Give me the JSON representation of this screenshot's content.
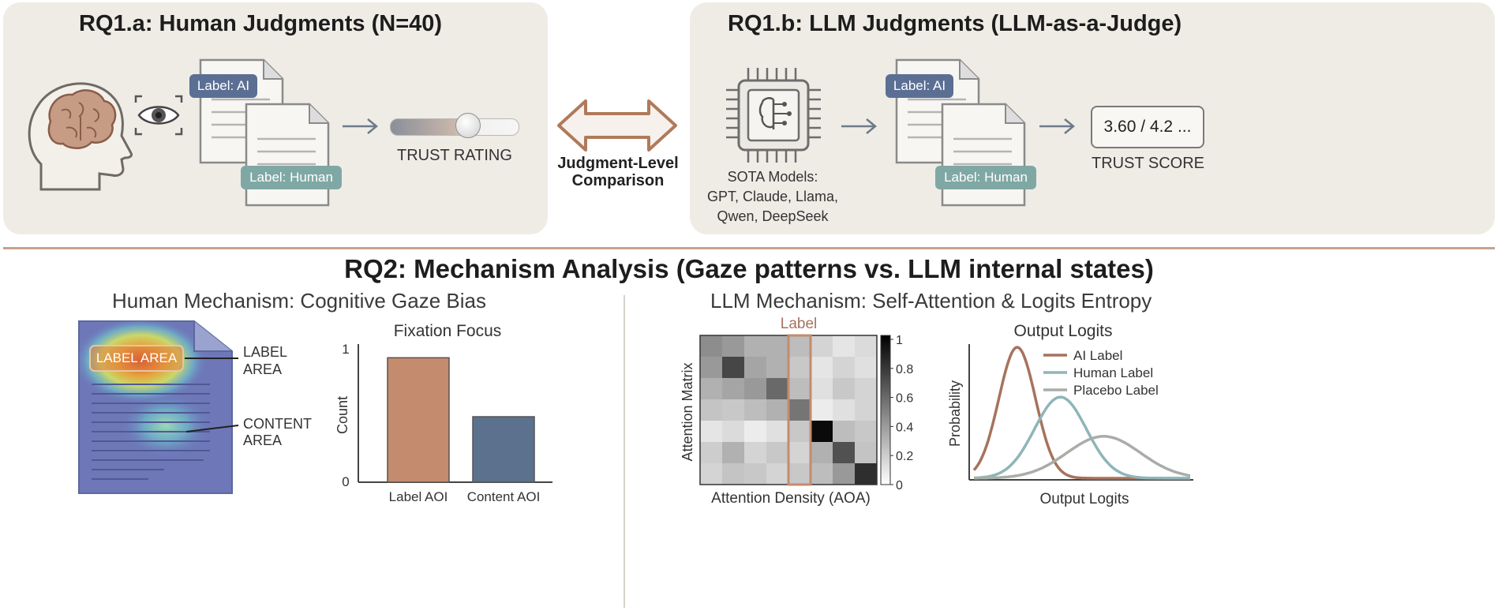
{
  "rq1a": {
    "title": "RQ1.a: Human Judgments (N=40)",
    "label_ai": "Label: AI",
    "label_human": "Label: Human",
    "trust_rating": "TRUST RATING",
    "trust_rating_level": 0.6
  },
  "rq1b": {
    "title": "RQ1.b: LLM Judgments (LLM-as-a-Judge)",
    "models_lines": [
      "SOTA Models:",
      "GPT, Claude, Llama,",
      "Qwen, DeepSeek"
    ],
    "label_ai": "Label: AI",
    "label_human": "Label: Human",
    "score_value": "3.60 / 4.2 ...",
    "trust_score": "TRUST SCORE"
  },
  "comparison": {
    "lines": [
      "Judgment-Level",
      "Comparison"
    ]
  },
  "rq2": {
    "title": "RQ2: Mechanism Analysis (Gaze patterns vs. LLM internal states)",
    "human_subtitle": "Human Mechanism: Cognitive Gaze Bias",
    "llm_subtitle": "LLM Mechanism: Self-Attention & Logits Entropy",
    "heatmap_label_area": "LABEL AREA",
    "callout_label": [
      "LABEL",
      "AREA"
    ],
    "callout_content": [
      "CONTENT",
      "AREA"
    ]
  },
  "colors": {
    "panel_bg": "#efece6",
    "ai_label": "#5b6f94",
    "human_label": "#7fa8a4",
    "arrow_copper": "#b07a5a",
    "bar_label": "#c48b6e",
    "bar_content": "#5c718d",
    "curve_ai": "#a6735c",
    "curve_human": "#8fb5b8",
    "curve_placebo": "#a9ada8",
    "divider": "#c9a28b"
  },
  "chart_data": [
    {
      "type": "bar",
      "title": "Fixation Focus",
      "categories": [
        "Label AOI",
        "Content AOI"
      ],
      "values": [
        0.95,
        0.5
      ],
      "ylabel": "Count",
      "ylim": [
        0,
        1
      ],
      "yticks": [
        "0",
        "1"
      ]
    },
    {
      "type": "heatmap",
      "title": "Label",
      "ylabel": "Attention Matrix",
      "xlabel": "Attention Density (AOA)",
      "matrix": [
        [
          0.45,
          0.4,
          0.3,
          0.3,
          0.25,
          0.15,
          0.08,
          0.12
        ],
        [
          0.4,
          0.75,
          0.35,
          0.3,
          0.2,
          0.08,
          0.15,
          0.1
        ],
        [
          0.3,
          0.35,
          0.4,
          0.6,
          0.25,
          0.1,
          0.2,
          0.15
        ],
        [
          0.22,
          0.2,
          0.25,
          0.3,
          0.55,
          0.05,
          0.1,
          0.15
        ],
        [
          0.08,
          0.12,
          0.05,
          0.1,
          0.2,
          1.0,
          0.25,
          0.2
        ],
        [
          0.18,
          0.3,
          0.15,
          0.2,
          0.15,
          0.3,
          0.7,
          0.22
        ],
        [
          0.15,
          0.22,
          0.2,
          0.15,
          0.2,
          0.25,
          0.4,
          0.85
        ]
      ],
      "highlight_column": 4,
      "colorbar_ticks": [
        "0",
        "0.2",
        "0.4",
        "0.6",
        "0.8",
        "1"
      ],
      "colorbar_range": [
        0,
        1
      ]
    },
    {
      "type": "line",
      "title": "Output Logits",
      "xlabel": "Output Logits",
      "ylabel": "Probability",
      "series": [
        {
          "name": "AI Label",
          "mean": 0.2,
          "sd": 0.085,
          "peak": 1.0
        },
        {
          "name": "Human Label",
          "mean": 0.4,
          "sd": 0.12,
          "peak": 0.62
        },
        {
          "name": "Placebo Label",
          "mean": 0.6,
          "sd": 0.17,
          "peak": 0.32
        }
      ]
    }
  ]
}
